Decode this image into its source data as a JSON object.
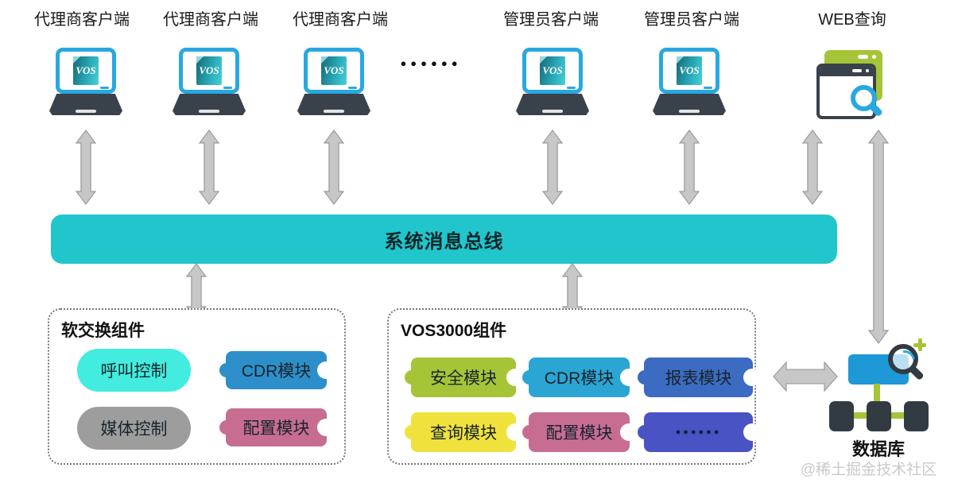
{
  "clients": {
    "logo": "VOS",
    "labels": [
      "代理商客户端",
      "代理商客户端",
      "代理商客户端",
      "管理员客户端",
      "管理员客户端"
    ]
  },
  "web": {
    "label": "WEB查询"
  },
  "ellipsis": {
    "top": "●●●●●●"
  },
  "bus": {
    "label": "系统消息总线",
    "color": "#20c6cc"
  },
  "boxes": {
    "softswitch": {
      "title": "软交换组件",
      "modules": [
        {
          "label": "呼叫控制",
          "shape": "pill",
          "color": "#42ecdf"
        },
        {
          "label": "CDR模块",
          "shape": "ticket",
          "color": "#2d8fc9"
        },
        {
          "label": "媒体控制",
          "shape": "pill",
          "color": "#9d9d9d"
        },
        {
          "label": "配置模块",
          "shape": "ticket",
          "color": "#c76d92"
        }
      ]
    },
    "vos3000": {
      "title": "VOS3000组件",
      "modules": [
        {
          "label": "安全模块",
          "shape": "ticket",
          "color": "#a5c438"
        },
        {
          "label": "CDR模块",
          "shape": "ticket",
          "color": "#2ba5d4"
        },
        {
          "label": "报表模块",
          "shape": "ticket",
          "color": "#3c6cc2"
        },
        {
          "label": "查询模块",
          "shape": "ticket",
          "color": "#f0e23c"
        },
        {
          "label": "配置模块",
          "shape": "ticket",
          "color": "#c76d92"
        },
        {
          "label": "●●●●●●",
          "shape": "ticket",
          "color": "#4a53c4"
        }
      ]
    }
  },
  "database": {
    "label": "数据库"
  },
  "watermark": "@稀土掘金技术社区",
  "palette": {
    "arrow": "#c7c7c7",
    "laptop_blue": "#29a8e0",
    "dark": "#39424a",
    "green": "#a5c438",
    "db_blue": "#1e98d7"
  }
}
